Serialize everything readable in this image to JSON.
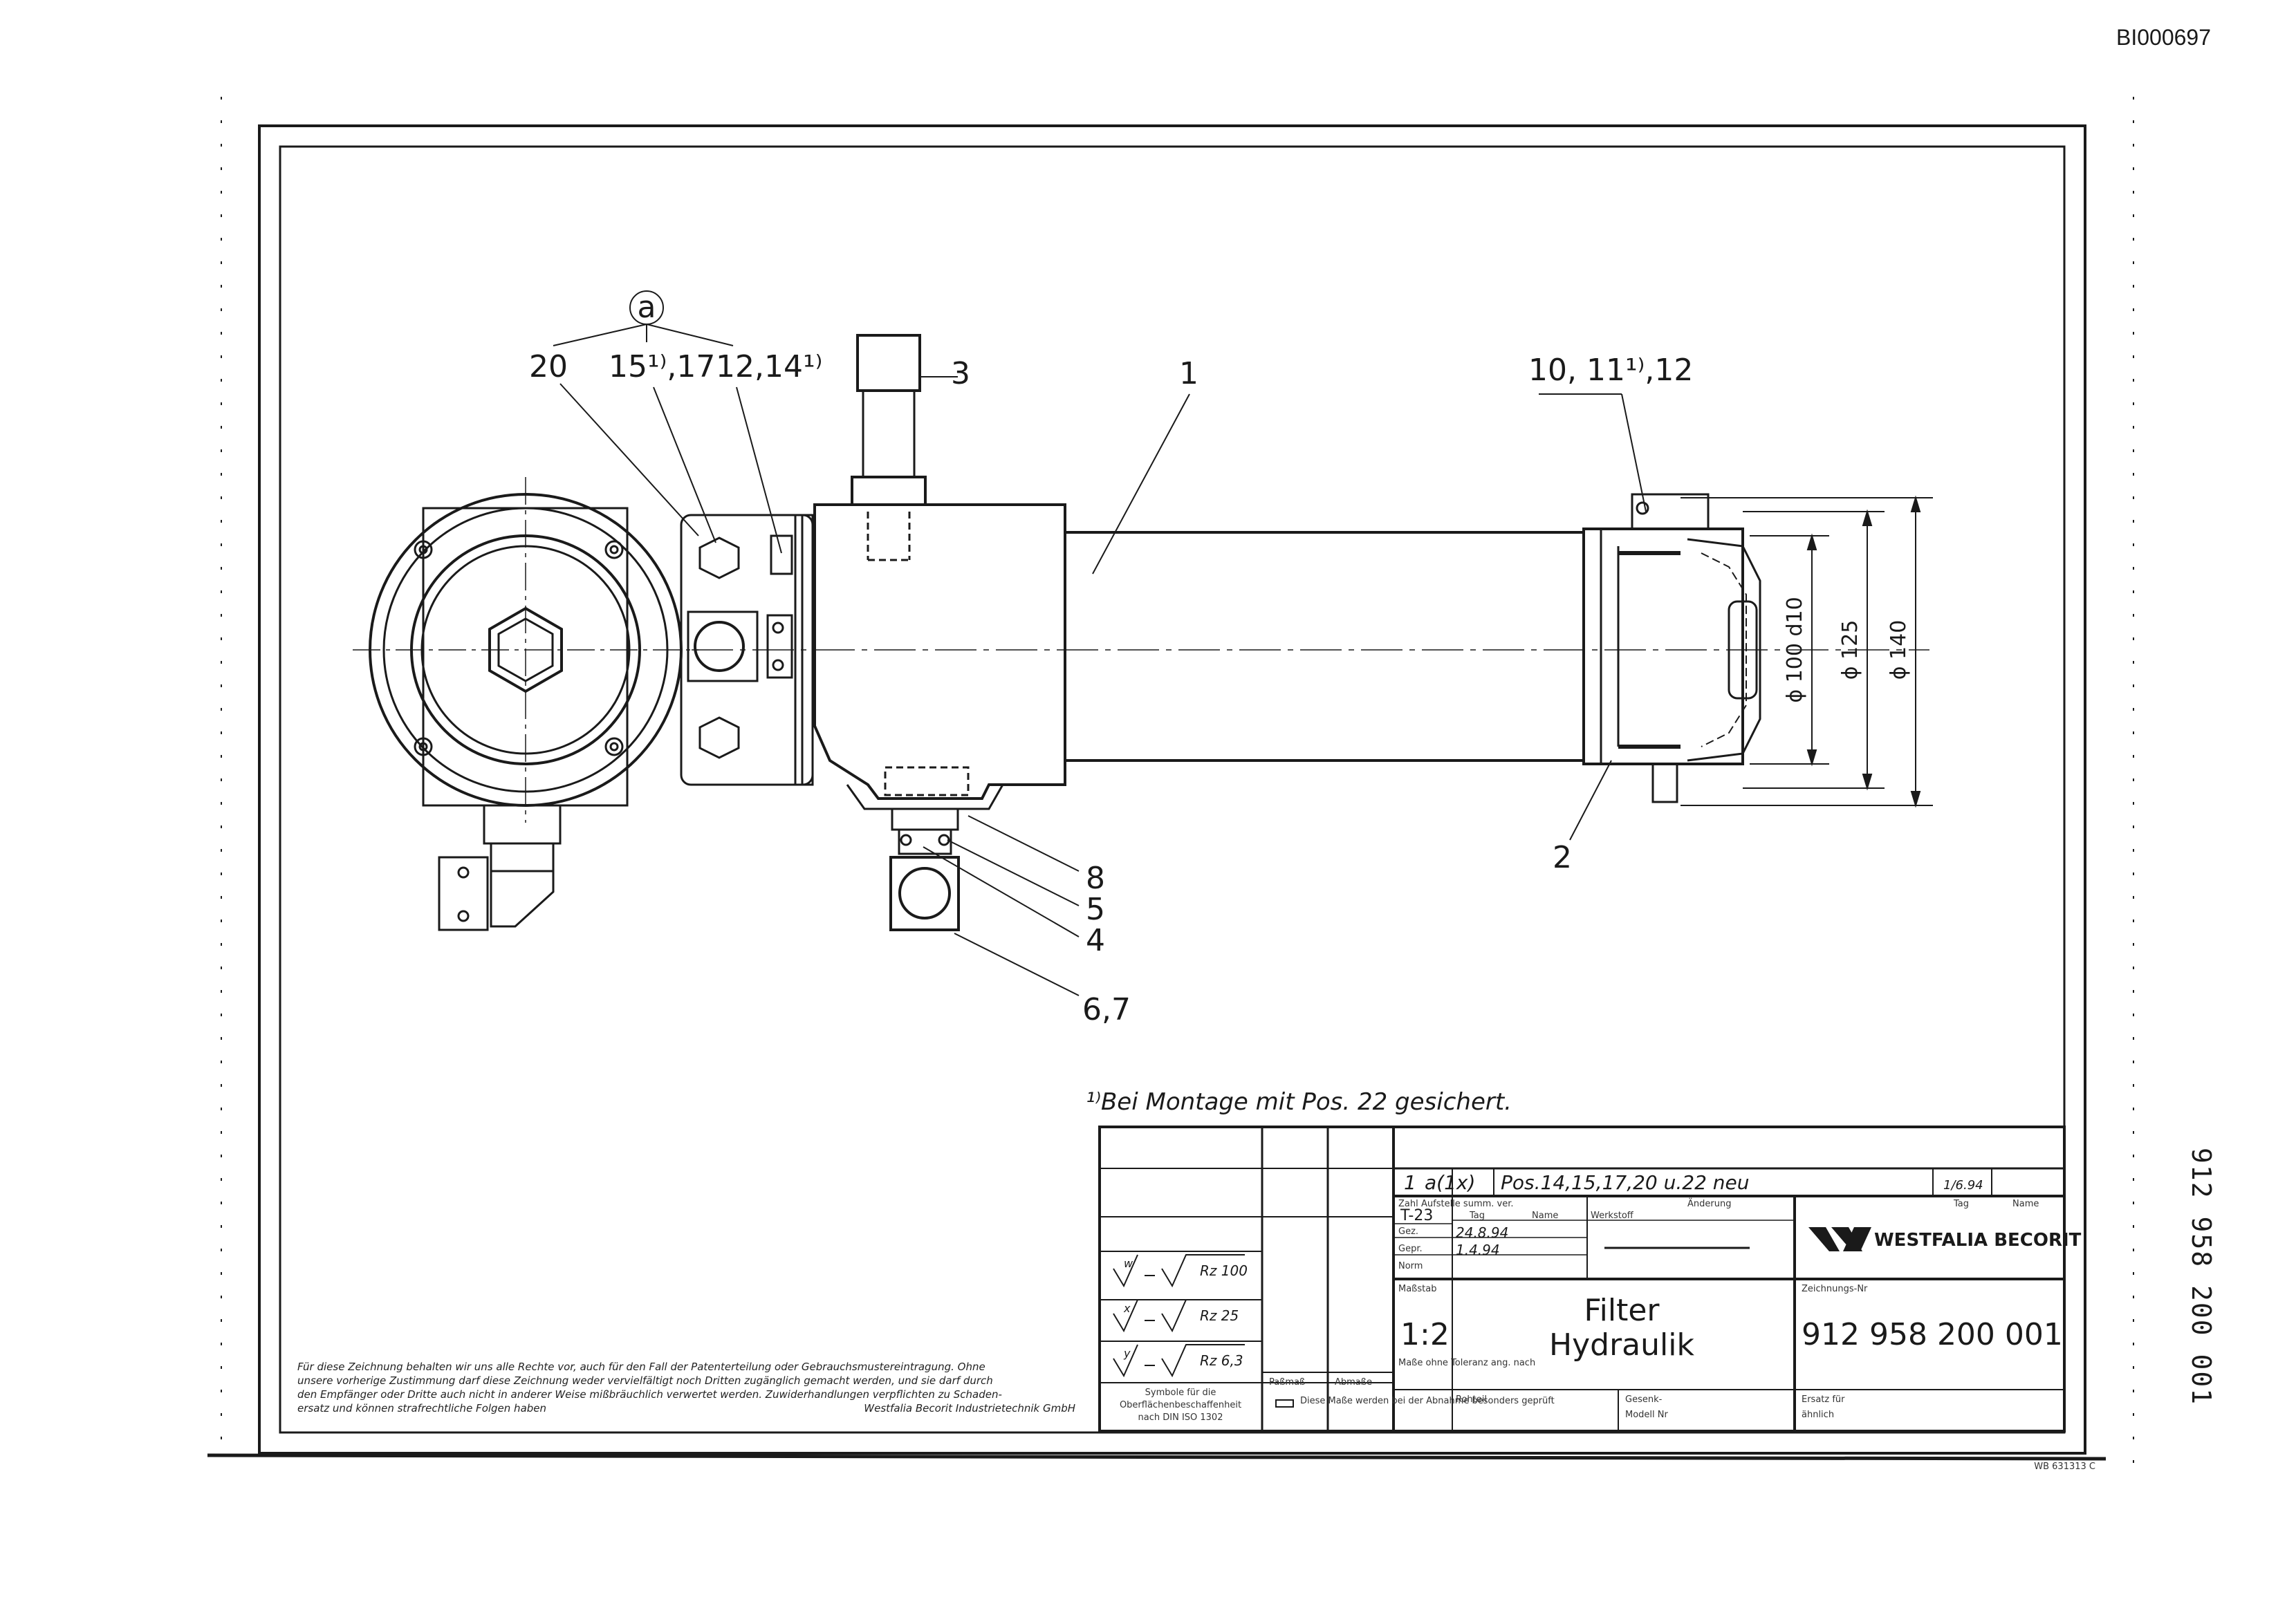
{
  "document_id": "BI000697",
  "side_number": "912 958 200 001",
  "callouts": {
    "group_marker": "a",
    "pos_20": "20",
    "pos_15_17": "15¹⁾,17",
    "pos_12_14": "12,14¹⁾",
    "pos_3": "3",
    "pos_1": "1",
    "pos_10_11_12": "10, 11¹⁾,12",
    "pos_2": "2",
    "pos_8": "8",
    "pos_5": "5",
    "pos_4": "4",
    "pos_6_7": "6,7"
  },
  "dimensions": {
    "d100": "ϕ 100 d10",
    "d125": "ϕ 125",
    "d140": "ϕ 140"
  },
  "footnote": "¹⁾Bei Montage mit Pos. 22 gesichert.",
  "title_block": {
    "revision": {
      "zahl": "1",
      "mark": "a(1x)",
      "text": "Pos.14,15,17,20 u.22 neu",
      "date": "1/6.94",
      "col_zahl": "Zahl",
      "col_aufstelle": "Aufstelle summ. ver.",
      "col_aenderung": "Änderung",
      "col_tag": "Tag",
      "col_name": "Name"
    },
    "drawn": {
      "code": "T-23",
      "tag_label": "Tag",
      "name_label": "Name",
      "werkstoff_label": "Werkstoff",
      "gez_label": "Gez.",
      "gepr_label": "Gepr.",
      "norm_label": "Norm",
      "gez_date": "24.8.94",
      "gepr_date": "1.4.94"
    },
    "company": "WESTFALIA BECORIT",
    "zeichnungs_nr_label": "Zeichnungs-Nr",
    "drawing_number": "912 958 200 001",
    "massstab_label": "Maßstab",
    "scale": "1:2",
    "title_line1": "Filter",
    "title_line2": "Hydraulik",
    "toleranz_label": "Maße ohne Toleranz ang. nach",
    "rohteil_label": "Rohteil",
    "gesenk_label": "Gesenk-",
    "modell_label": "Modell Nr",
    "ersatz_label": "Ersatz für",
    "aehnlich_label": "ähnlich",
    "passmass_label": "Paßmaß",
    "abmasse_label": "Abmaße",
    "symbols_caption_1": "Symbole für die",
    "symbols_caption_2": "Oberflächenbeschaffenheit",
    "symbols_caption_3": "nach DIN ISO 1302",
    "massnote": "Diese Maße werden bei der Abnahme besonders geprüft",
    "surface_w": "w",
    "surface_x": "x",
    "surface_y": "y",
    "rz100": "Rz 100",
    "rz25": "Rz 25",
    "rz63": "Rz 6,3"
  },
  "legal_notice": {
    "line1": "Für diese Zeichnung behalten wir uns alle Rechte vor, auch für den Fall der Patenterteilung oder Gebrauchsmustereintragung. Ohne",
    "line2": "unsere vorherige Zustimmung darf diese Zeichnung weder vervielfältigt noch Dritten zugänglich gemacht werden, und sie darf durch",
    "line3": "den Empfänger oder Dritte auch nicht in anderer Weise mißbräuchlich verwertet werden. Zuwiderhandlungen verpflichten zu Schaden-",
    "line4": "ersatz und können strafrechtliche Folgen haben",
    "company_line": "Westfalia Becorit Industrietechnik GmbH"
  },
  "form_number": "WB 631313 C"
}
